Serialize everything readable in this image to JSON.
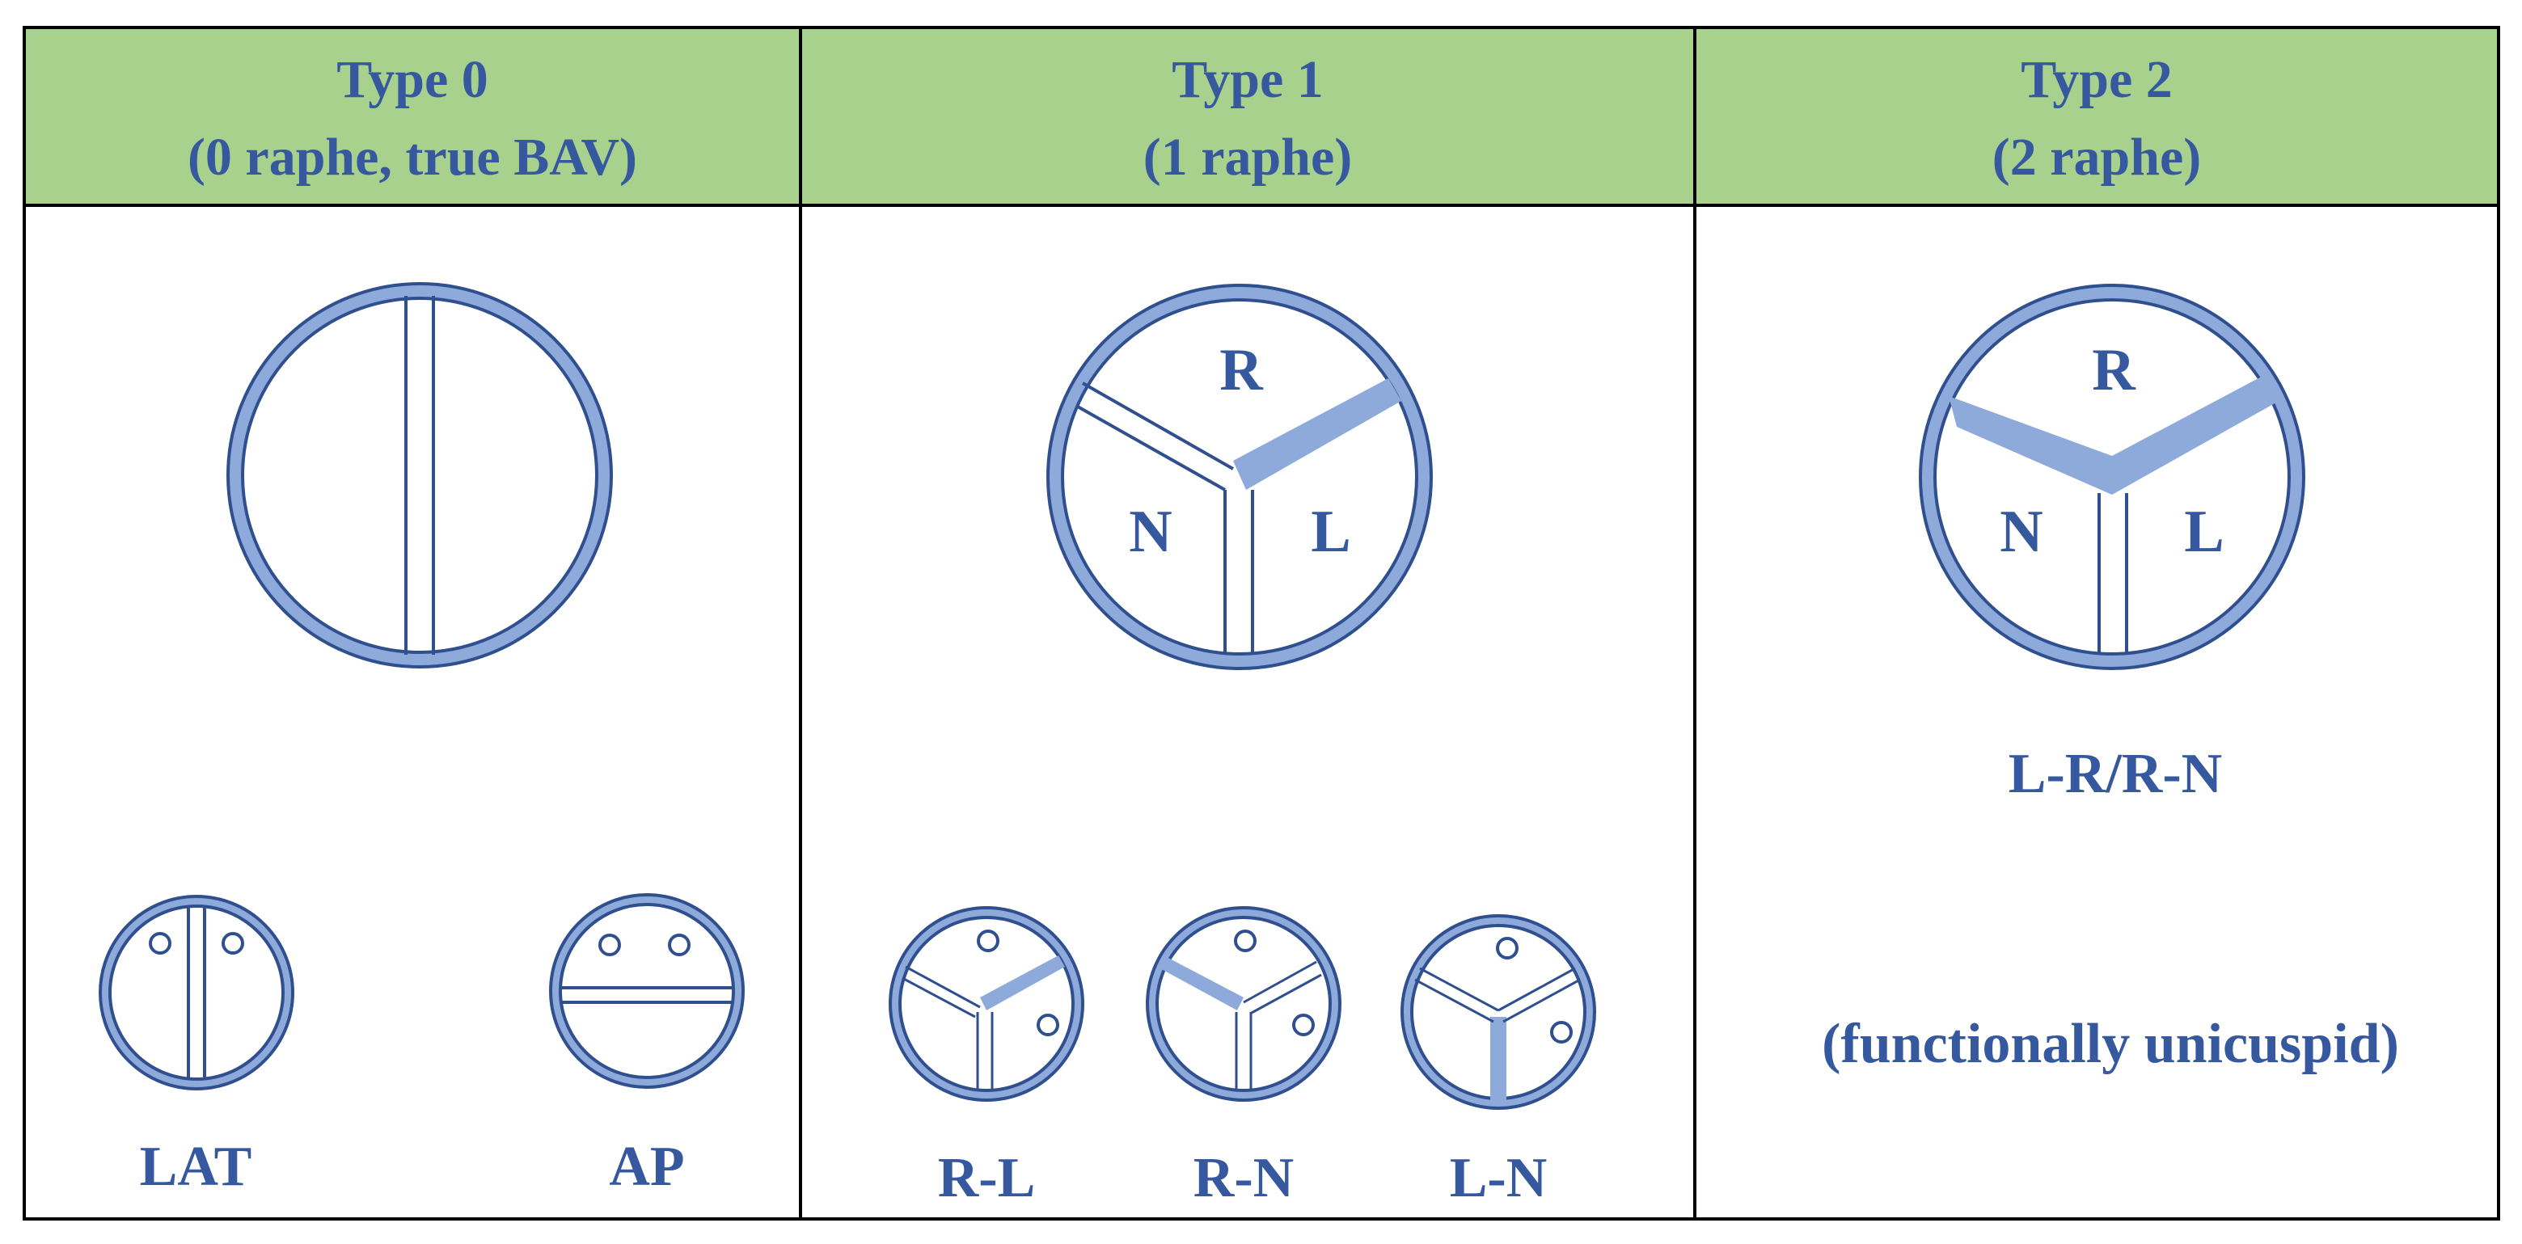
{
  "colors": {
    "header_fill": "#a9d18e",
    "border": "#000000",
    "valve_ring": "#8eaadb",
    "valve_outline": "#2f4f8f",
    "raphe": "#8eaadb",
    "text": "#35589f"
  },
  "columns": [
    {
      "title_line1": "Type 0",
      "title_line2": "(0 raphe, true BAV)",
      "sub_labels": [
        "LAT",
        "AP"
      ]
    },
    {
      "title_line1": "Type 1",
      "title_line2": "(1 raphe)",
      "cusp_labels": {
        "r": "R",
        "n": "N",
        "l": "L"
      },
      "sub_labels": [
        "R-L",
        "R-N",
        "L-N"
      ]
    },
    {
      "title_line1": "Type 2",
      "title_line2": "(2 raphe)",
      "cusp_labels": {
        "r": "R",
        "n": "N",
        "l": "L"
      },
      "subtype_label": "L-R/R-N",
      "note": "(functionally unicuspid)"
    }
  ]
}
